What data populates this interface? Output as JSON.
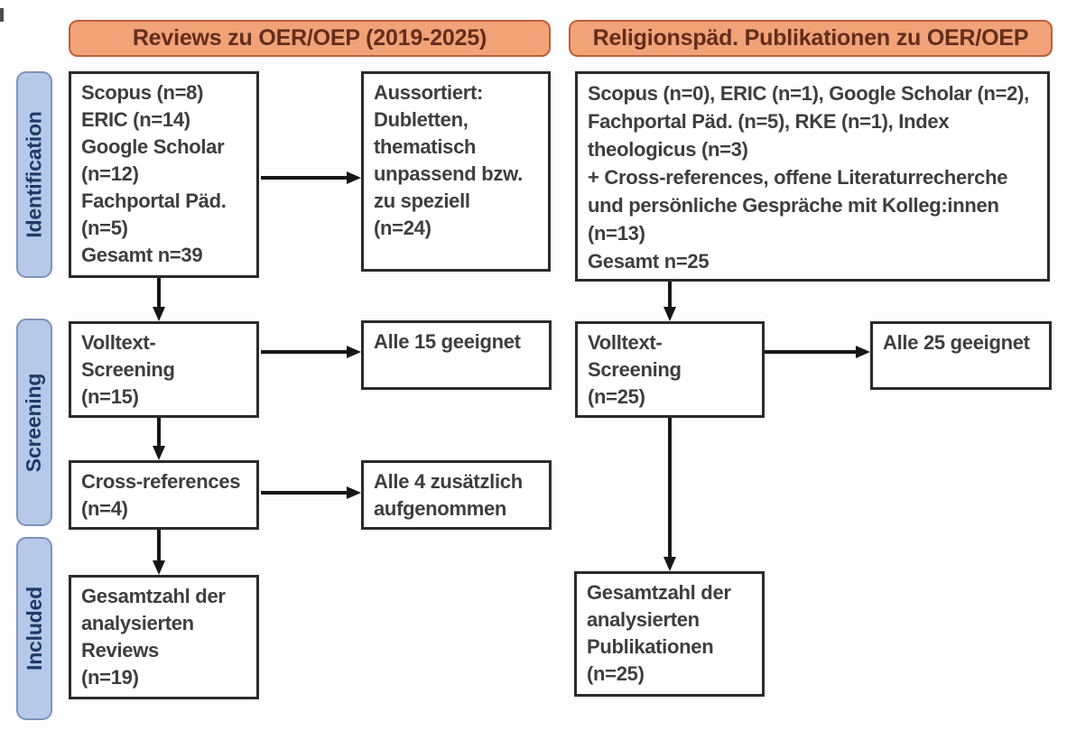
{
  "title": "PRISMA-style literature flow diagram",
  "headers": {
    "left": "Reviews zu OER/OEP (2019-2025)",
    "right": "Religionspäd. Publikationen zu OER/OEP"
  },
  "stages": [
    "Identification",
    "Screening",
    "Included"
  ],
  "boxes": {
    "left_sources": {
      "lines": [
        "Scopus (n=8)",
        "ERIC (n=14)",
        "Google Scholar",
        "(n=12)",
        "Fachportal Päd.",
        "(n=5)",
        "Gesamt n=39"
      ]
    },
    "left_excluded": {
      "lines": [
        "Aussortiert:",
        "Dubletten,",
        "thematisch",
        "unpassend bzw.",
        "zu speziell",
        "(n=24)"
      ]
    },
    "left_fulltext": {
      "lines": [
        "Volltext-",
        "Screening",
        "(n=15)"
      ]
    },
    "left_eligible": {
      "lines": [
        "Alle 15 geeignet"
      ]
    },
    "left_crossref": {
      "lines": [
        "Cross-references",
        "(n=4)"
      ]
    },
    "left_added": {
      "lines": [
        "Alle 4 zusätzlich",
        "aufgenommen"
      ]
    },
    "left_included": {
      "lines": [
        "Gesamtzahl der",
        "analysierten",
        "Reviews",
        "(n=19)"
      ]
    },
    "right_sources": {
      "lines": [
        "Scopus (n=0), ERIC (n=1), Google Scholar (n=2),",
        "Fachportal Päd. (n=5), RKE (n=1), Index",
        "theologicus (n=3)",
        "+ Cross-references, offene Literaturrecherche",
        "und persönliche Gespräche mit Kolleg:innen",
        "(n=13)",
        "Gesamt n=25"
      ]
    },
    "right_fulltext": {
      "lines": [
        "Volltext-",
        "Screening",
        "(n=25)"
      ]
    },
    "right_eligible": {
      "lines": [
        "Alle 25 geeignet"
      ]
    },
    "right_included": {
      "lines": [
        "Gesamtzahl der",
        "analysierten",
        "Publikationen",
        "(n=25)"
      ]
    }
  },
  "colors": {
    "header_fill": "#F1A377",
    "header_border": "#BE5F3E",
    "header_text": "#622D1E",
    "stage_fill": "#B7C9E8",
    "stage_border": "#7D93BA",
    "stage_text": "#1F3A66",
    "box_border": "#2B2B2B",
    "box_text": "#3E3E3E",
    "arrow": "#161616"
  }
}
